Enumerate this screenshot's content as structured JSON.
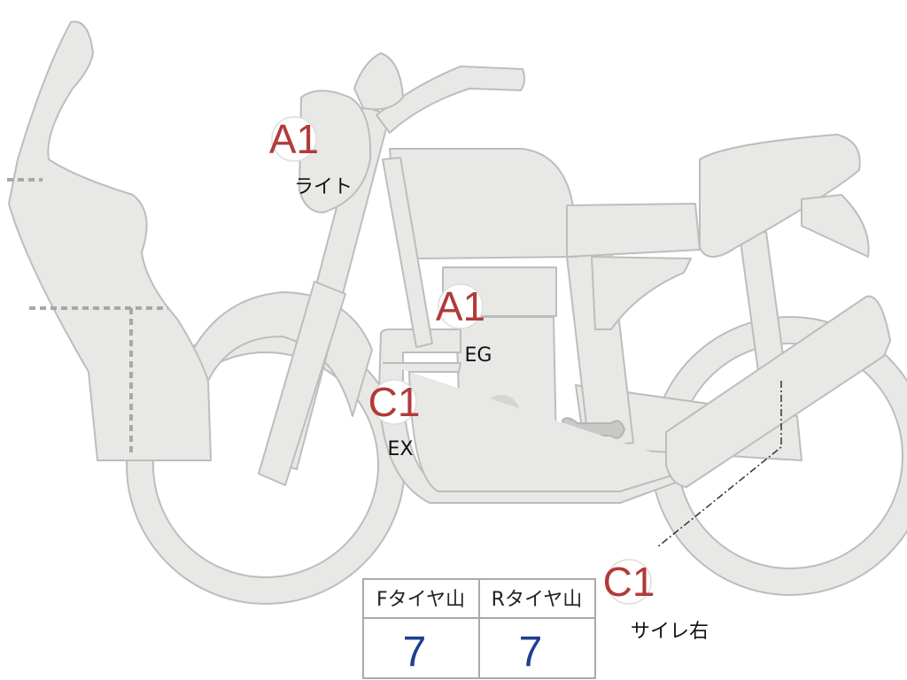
{
  "annotations": [
    {
      "id": "light",
      "grade": "A1",
      "label": "ライト"
    },
    {
      "id": "engine",
      "grade": "A1",
      "label": "EG"
    },
    {
      "id": "exhaust",
      "grade": "C1",
      "label": "EX"
    },
    {
      "id": "muffler-right",
      "grade": "C1",
      "label": "サイレ右"
    }
  ],
  "tire_table": {
    "headers": [
      "Fタイヤ山",
      "Rタイヤ山"
    ],
    "values": [
      "7",
      "7"
    ]
  },
  "colors": {
    "body_fill": "#e8e8e6",
    "outline": "#bdbdbb",
    "grade": "#b23a3a",
    "tire_value": "#1f3f8f"
  }
}
